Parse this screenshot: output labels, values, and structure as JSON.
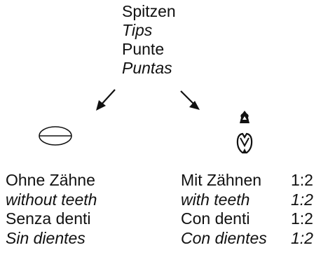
{
  "header": {
    "lines": [
      "Spitzen",
      "Tips",
      "Punte",
      "Puntas"
    ]
  },
  "left_column": {
    "lines": [
      "Ohne Zähne",
      "without teeth",
      "Senza denti",
      "Sin dientes"
    ]
  },
  "right_column": {
    "lines": [
      "Mit Zähnen",
      "with teeth",
      "Con denti",
      "Con dientes"
    ],
    "ratios": [
      "1:2",
      "1:2",
      "1:2",
      "1:2"
    ]
  },
  "icons": {
    "left": "tip-without-teeth-icon",
    "right": "tip-with-teeth-icon"
  }
}
